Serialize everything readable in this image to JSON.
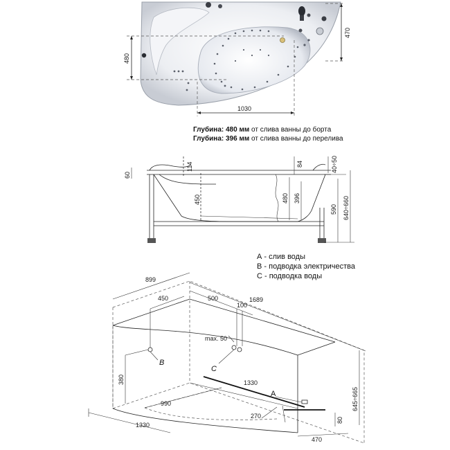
{
  "top_view": {
    "dim_width": "1030",
    "dim_height_left": "480",
    "dim_height_right": "470"
  },
  "depth_notes": {
    "line1_bold": "Глубина: 480 мм",
    "line1_rest": " от слива ванны до борта",
    "line2_bold": "Глубина: 396 мм",
    "line2_rest": " от слива ванны до перелива"
  },
  "side_view": {
    "dim_60": "60",
    "dim_114": "114",
    "dim_84": "84",
    "dim_40_50": "40÷50",
    "dim_450": "450",
    "dim_480": "480",
    "dim_396": "396",
    "dim_590": "590",
    "dim_640_660": "640÷660"
  },
  "legend": [
    "А - слив воды",
    "В - подводка электричества",
    "С - подводка воды"
  ],
  "iso_view": {
    "dim_899": "899",
    "dim_450": "450",
    "dim_500": "500",
    "dim_100": "100",
    "dim_1689": "1689",
    "dim_max50": "max. 50",
    "label_b": "B",
    "label_c": "C",
    "label_a": "A",
    "dim_380": "380",
    "dim_1330_mid": "1330",
    "dim_990": "990",
    "dim_270": "270",
    "dim_1330_bottom": "1330",
    "dim_645_665": "645÷665",
    "dim_80": "80",
    "dim_470": "470"
  }
}
